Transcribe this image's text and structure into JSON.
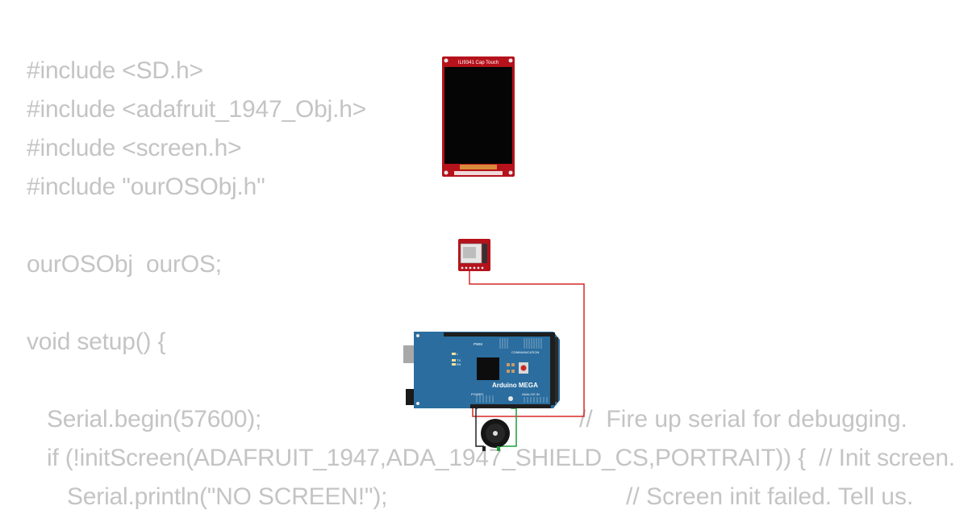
{
  "code": {
    "lines": [
      "#include <SD.h>",
      "#include <adafruit_1947_Obj.h>",
      "#include <screen.h>",
      "#include \"ourOSObj.h\"",
      "ourOSObj  ourOS;",
      "void setup() {",
      "Serial.begin(57600);",
      "if (!initScreen(ADAFRUIT_1947,ADA_1947_SHIELD_CS,PORTRAIT)) {  // Init screen.",
      "Serial.println(\"NO SCREEN!\");"
    ],
    "comments": [
      "//  Fire up serial for debugging.",
      "// Screen init failed. Tell us."
    ]
  },
  "components": {
    "display": {
      "label": "ILI9341 Cap Touch"
    },
    "sd_card": {
      "label": ""
    },
    "arduino": {
      "name": "Arduino MEGA",
      "labels": {
        "pwm": "PWM",
        "communication": "COMMUNICATION",
        "power": "POWER",
        "analog_in": "ANALOG IN",
        "led_l": "L",
        "led_tx": "TX",
        "led_rx": "RX"
      }
    },
    "buzzer": {
      "label": ""
    }
  },
  "colors": {
    "code_text": "#c4c4c4",
    "board_blue": "#2a6d9e",
    "pcb_red": "#b5121b",
    "wire_red": "#d62828",
    "wire_green": "#1e9e3a",
    "wire_black": "#222222"
  }
}
